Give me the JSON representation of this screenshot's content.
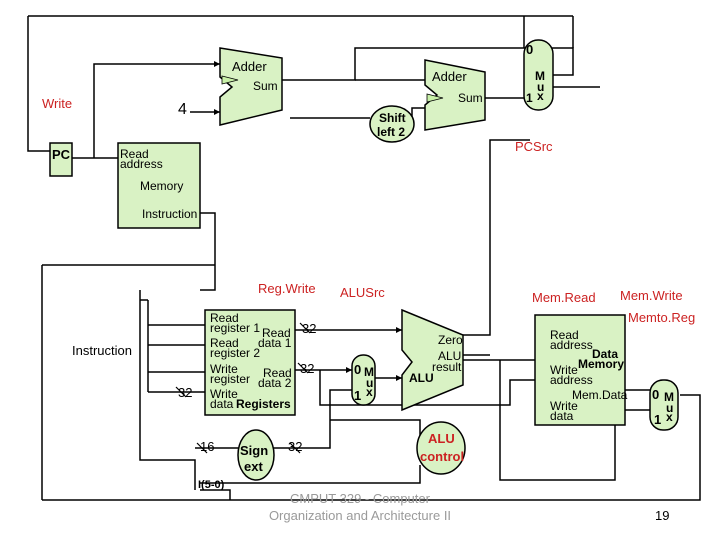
{
  "diagram": {
    "labels": {
      "adder_left": "Adder",
      "sum_left": "Sum",
      "adder_right": "Adder",
      "sum_right": "Sum",
      "write": "Write",
      "four": "4",
      "shift_left": "Shift",
      "shift_left2": "left 2",
      "pc": "PC",
      "pcsrc": "PCSrc",
      "mux_top_0": "0",
      "mux_top_m": "M",
      "mux_top_u": "u",
      "mux_top_1": "1",
      "mux_top_x": "x",
      "read_address": "Read",
      "read_address2": "address",
      "memory": "Memory",
      "instruction_out": "Instruction",
      "regwrite": "Reg.Write",
      "alusrc": "ALUSrc",
      "memread": "Mem.Read",
      "memwrite": "Mem.Write",
      "memtoreg": "Memto.Reg",
      "instruction_in": "Instruction",
      "read_reg1": "Read",
      "read_reg1b": "register 1",
      "read_data1": "Read",
      "read_data1b": "data 1",
      "read_reg2": "Read",
      "read_reg2b": "register 2",
      "write_reg": "Write",
      "write_regb": "register",
      "read_data2": "Read",
      "read_data2b": "data 2",
      "write_data": "Write",
      "write_datab": "data",
      "registers": "Registers",
      "w32a": "32",
      "w32b": "32",
      "w32c": "32",
      "w32d": "32",
      "w16": "16",
      "sign": "Sign",
      "ext": "ext",
      "alu_zero": "Zero",
      "alu_text": "ALU",
      "alu_result": "ALU",
      "alu_result2": "result",
      "alu_control": "ALU",
      "alu_control2": "control",
      "mux_alu_0": "0",
      "mux_alu_m": "M",
      "mux_alu_u": "u",
      "mux_alu_1": "1",
      "mux_alu_x": "x",
      "dm_read": "Read",
      "dm_address": "address",
      "dm_data": "Data",
      "dm_memory": "Memory",
      "dm_write": "Write",
      "dm_address2": "address",
      "dm_memdata": "Mem.Data",
      "dm_write2": "Write",
      "dm_data2": "data",
      "mux_mem_0": "0",
      "mux_mem_m": "M",
      "mux_mem_u": "u",
      "mux_mem_1": "1",
      "mux_mem_x": "x",
      "funct": "I(5-0)",
      "footer1": "CMPUT 329 - Computer",
      "footer2": "Organization and Architecture II",
      "page_number": "19"
    },
    "colors": {
      "component_fill": "#d9f2c4",
      "line": "#000000",
      "control_text": "#cc2222",
      "arrow_fill": "#c8f0a8",
      "footer_text": "#9a9a9a"
    }
  }
}
